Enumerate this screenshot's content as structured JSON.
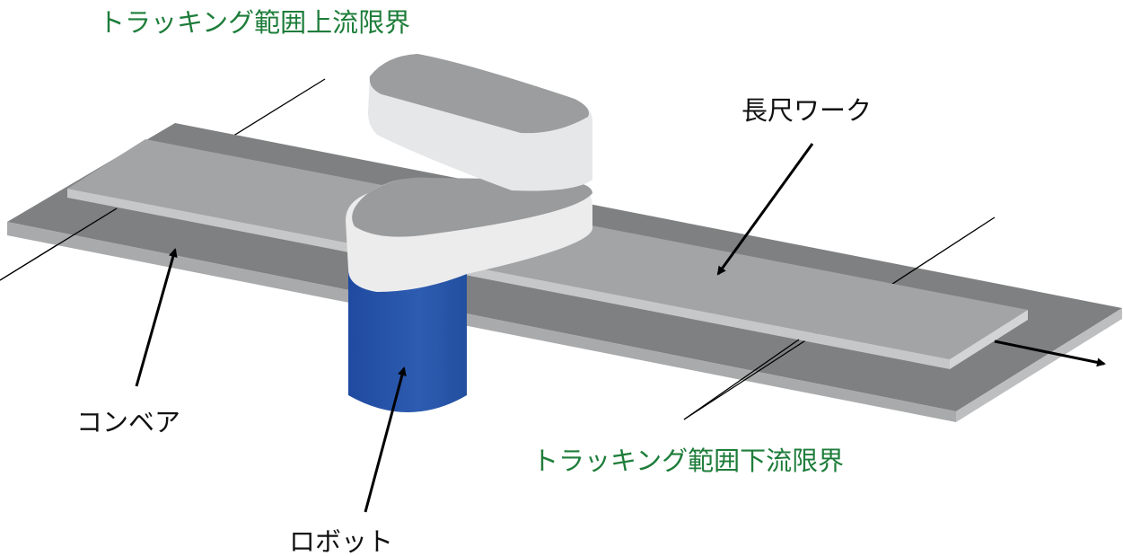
{
  "labels": {
    "upstream_limit": "トラッキング範囲上流限界",
    "downstream_limit": "トラッキング範囲下流限界",
    "long_workpiece": "長尺ワーク",
    "conveyor": "コンベア",
    "robot": "ロボット"
  },
  "colors": {
    "limit_label": "#1e7d3a",
    "conveyor": "#7f8081",
    "workpiece": "#a3a4a5",
    "robot_base": "#2a54a6",
    "robot_arm": "#e6e7e8"
  }
}
